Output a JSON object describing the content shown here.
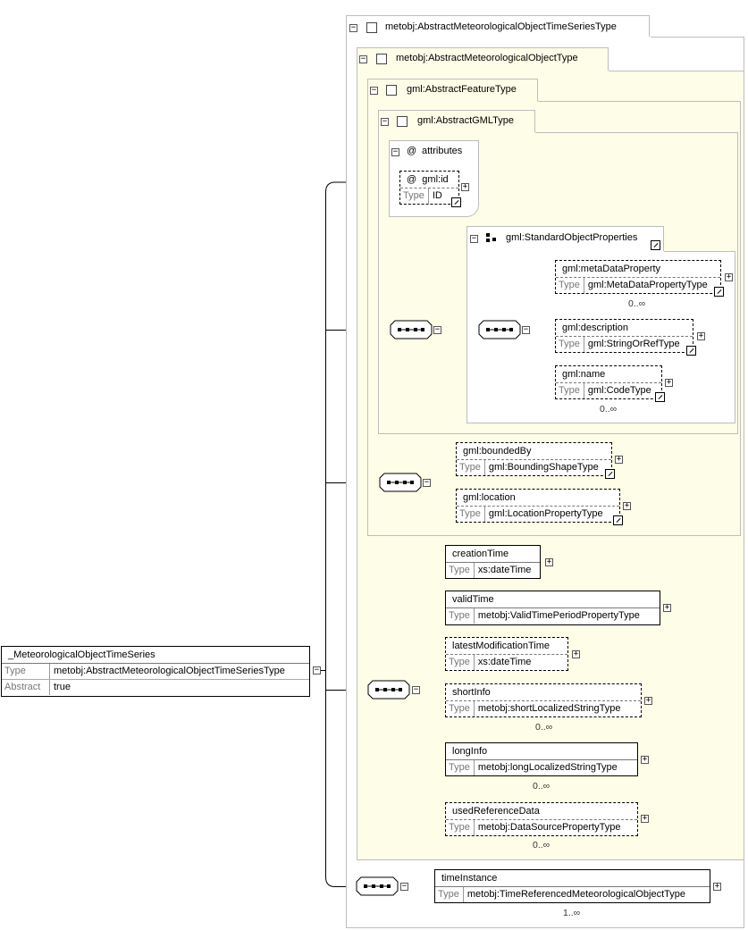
{
  "root_element": {
    "name": "_MeteorologicalObjectTimeSeries",
    "rows": [
      {
        "key": "Type",
        "value": "metobj:AbstractMeteorologicalObjectTimeSeriesType"
      },
      {
        "key": "Abstract",
        "value": "true"
      }
    ]
  },
  "types": {
    "time_series_type": "metobj:AbstractMeteorologicalObjectTimeSeriesType",
    "object_type": "metobj:AbstractMeteorologicalObjectType",
    "feature_type": "gml:AbstractFeatureType",
    "gml_type": "gml:AbstractGMLType"
  },
  "attributes": {
    "group_label": "attributes",
    "at_symbol": "@",
    "id": {
      "name": "gml:id",
      "type_key": "Type",
      "type_value": "ID"
    }
  },
  "standard_object_properties": {
    "name": "gml:StandardObjectProperties",
    "elements": [
      {
        "name": "gml:metaDataProperty",
        "type_key": "Type",
        "type_value": "gml:MetaDataPropertyType",
        "card": "0..∞"
      },
      {
        "name": "gml:description",
        "type_key": "Type",
        "type_value": "gml:StringOrRefType"
      },
      {
        "name": "gml:name",
        "type_key": "Type",
        "type_value": "gml:CodeType",
        "card": "0..∞"
      }
    ]
  },
  "feature_elements": [
    {
      "name": "gml:boundedBy",
      "type_key": "Type",
      "type_value": "gml:BoundingShapeType"
    },
    {
      "name": "gml:location",
      "type_key": "Type",
      "type_value": "gml:LocationPropertyType"
    }
  ],
  "object_elements": [
    {
      "name": "creationTime",
      "type_key": "Type",
      "type_value": "xs:dateTime"
    },
    {
      "name": "validTime",
      "type_key": "Type",
      "type_value": "metobj:ValidTimePeriodPropertyType"
    },
    {
      "name": "latestModificationTime",
      "type_key": "Type",
      "type_value": "xs:dateTime"
    },
    {
      "name": "shortInfo",
      "type_key": "Type",
      "type_value": "metobj:shortLocalizedStringType",
      "card": "0..∞"
    },
    {
      "name": "longInfo",
      "type_key": "Type",
      "type_value": "metobj:longLocalizedStringType",
      "card": "0..∞"
    },
    {
      "name": "usedReferenceData",
      "type_key": "Type",
      "type_value": "metobj:DataSourcePropertyType",
      "card": "0..∞"
    }
  ],
  "series_elements": [
    {
      "name": "timeInstance",
      "type_key": "Type",
      "type_value": "metobj:TimeReferencedMeteorologicalObjectType",
      "card": "1..∞"
    }
  ],
  "toggles": {
    "minus": "−",
    "plus": "+"
  }
}
